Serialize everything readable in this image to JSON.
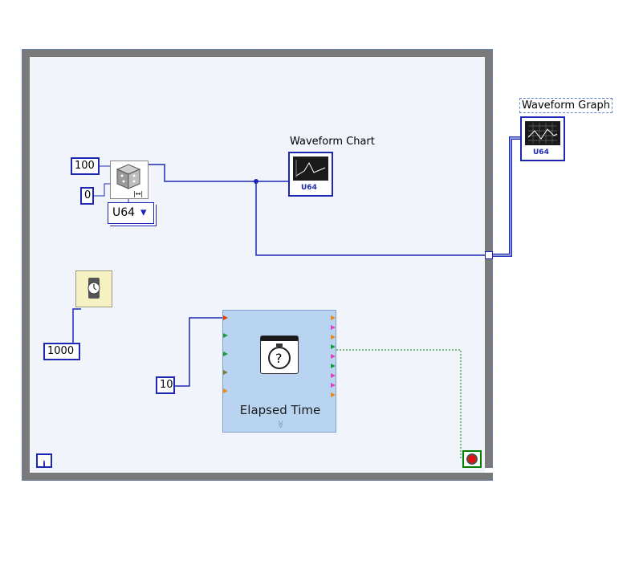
{
  "while_loop": {
    "iteration_terminal": "i"
  },
  "random_number": {
    "upper_limit": "100",
    "lower_limit": "0",
    "representation": "U64",
    "dropdown_arrow": "▾"
  },
  "waveform_chart": {
    "label": "Waveform Chart",
    "type_badge": "U64"
  },
  "waveform_graph": {
    "label": "Waveform Graph",
    "type_badge": "U64"
  },
  "wait_ms": {
    "value": "1000",
    "icon": "stopwatch-icon"
  },
  "elapsed_time": {
    "title": "Elapsed Time",
    "target_time": "10",
    "icon": "stopwatch-question-icon",
    "expand_glyph": "≫"
  },
  "stop_button": {
    "icon": "stop-icon"
  },
  "colors": {
    "wire_blue": "#1c28b4",
    "boolean_green": "#008000",
    "loop_border": "#7a7a7a",
    "diagram_bg": "#f2f4fb"
  }
}
